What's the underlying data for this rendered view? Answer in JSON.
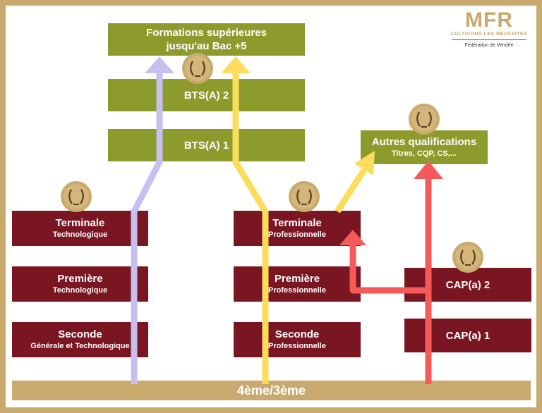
{
  "logo": {
    "brand": "MFR",
    "tagline": "CULTIVONS LES RÉUSSITES",
    "federation": "Fédération de Vendée"
  },
  "boxes": {
    "superieures": {
      "line1": "Formations supérieures",
      "line2": "jusqu'au Bac +5"
    },
    "bts2": {
      "label": "BTS(A) 2"
    },
    "bts1": {
      "label": "BTS(A) 1"
    },
    "autres": {
      "line1": "Autres qualifications",
      "line2": "Titres, CQP, CS,..."
    },
    "term_techno": {
      "line1": "Terminale",
      "line2": "Technologique"
    },
    "prem_techno": {
      "line1": "Première",
      "line2": "Technologique"
    },
    "seconde_gt": {
      "line1": "Seconde",
      "line2": "Générale et Technologique"
    },
    "term_pro": {
      "line1": "Terminale",
      "line2": "Professionnelle"
    },
    "prem_pro": {
      "line1": "Première",
      "line2": "Professionnelle"
    },
    "seconde_pro": {
      "line1": "Seconde",
      "line2": "Professionnelle"
    },
    "cap2": {
      "label": "CAP(a) 2"
    },
    "cap1": {
      "label": "CAP(a) 1"
    },
    "base": {
      "label": "4ème/3ème"
    }
  },
  "colors": {
    "olive": "#8c9b2b",
    "maroon": "#7a1522",
    "gold": "#c8aa6e",
    "arrow_lavender": "#c5c0f0",
    "arrow_yellow": "#fcdc5c",
    "arrow_red": "#f55a5a"
  }
}
